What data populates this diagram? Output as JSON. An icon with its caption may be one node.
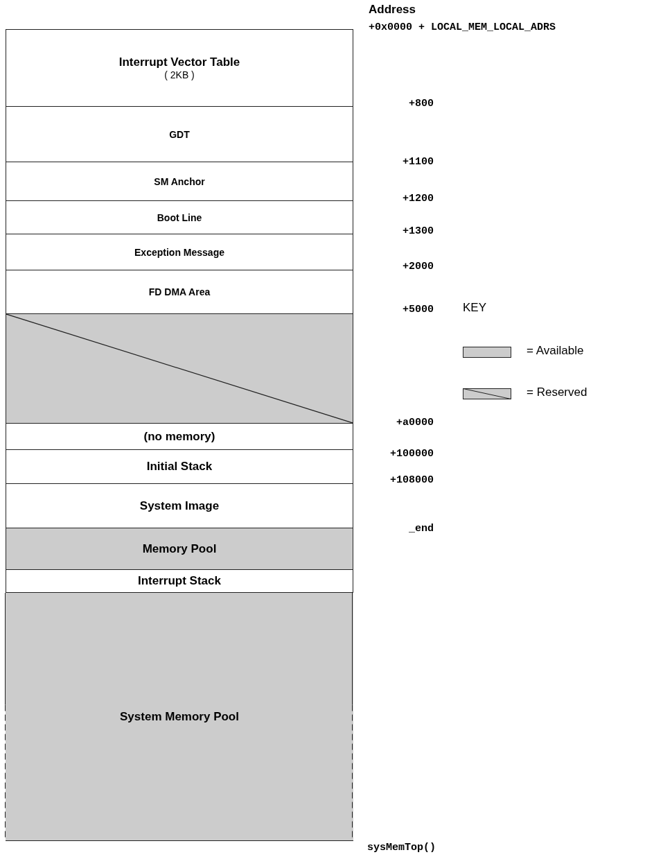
{
  "diagram": {
    "nodes": [
      {
        "text": [
          "Interrupt Vector Table",
          "( 2KB )"
        ]
      },
      {
        "text": [
          "GDT"
        ]
      },
      {
        "text": [
          "SM Anchor"
        ]
      },
      {
        "text": [
          "Boot Line"
        ]
      },
      {
        "text": [
          "Exception Message"
        ]
      },
      {
        "text": [
          "FD DMA Area"
        ]
      },
      {
        "text": [],
        "shape": "box"
      },
      {
        "text": [
          "(no memory)"
        ]
      },
      {
        "text": [
          "Initial Stack"
        ]
      },
      {
        "text": [
          "System Image"
        ]
      },
      {
        "text": [
          "Memory Pool"
        ]
      },
      {
        "text": [
          "Interrupt Stack"
        ]
      },
      {
        "text": [
          "System Memory Pool"
        ]
      }
    ],
    "labels": [
      "Address",
      "+0x0000 + LOCAL_MEM_LOCAL_ADRS",
      "+800",
      "+1100",
      "+1200",
      "+1300",
      "+2000",
      "+5000",
      "KEY",
      "+a0000",
      "+100000",
      "+108000",
      "_end",
      "sysMemTop()"
    ],
    "legend": [
      {
        "text": "= Available",
        "color": "#cccccc"
      },
      {
        "text": "= Reserved"
      }
    ]
  }
}
